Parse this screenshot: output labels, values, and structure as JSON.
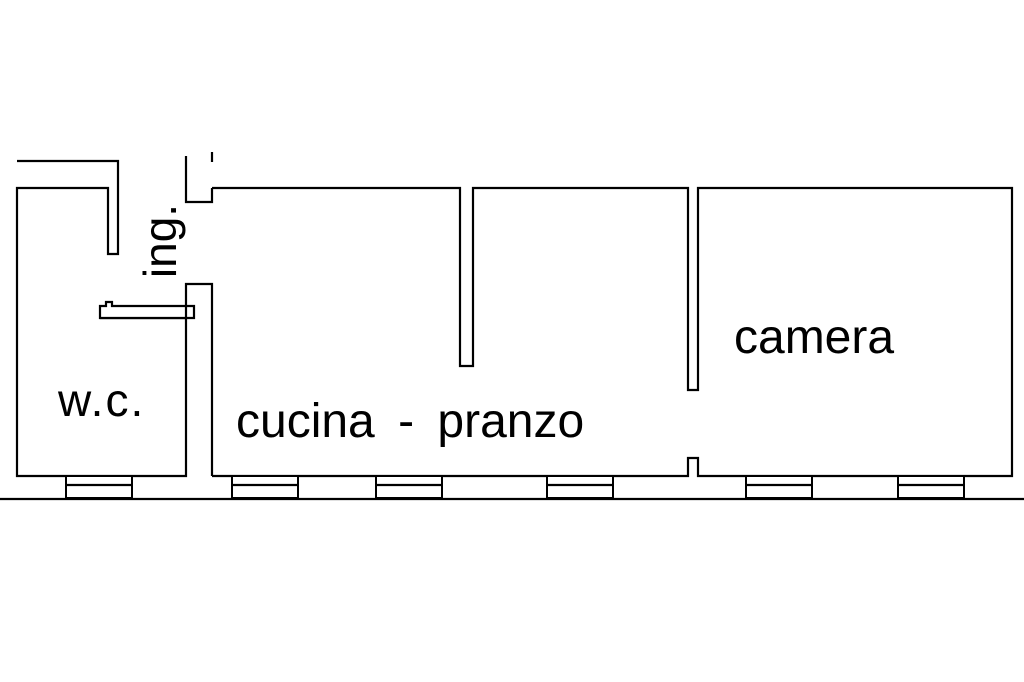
{
  "rooms": {
    "wc": "w.c.",
    "ingresso": "ing.",
    "cucina_pranzo": "cucina  -  pranzo",
    "camera": "camera"
  }
}
